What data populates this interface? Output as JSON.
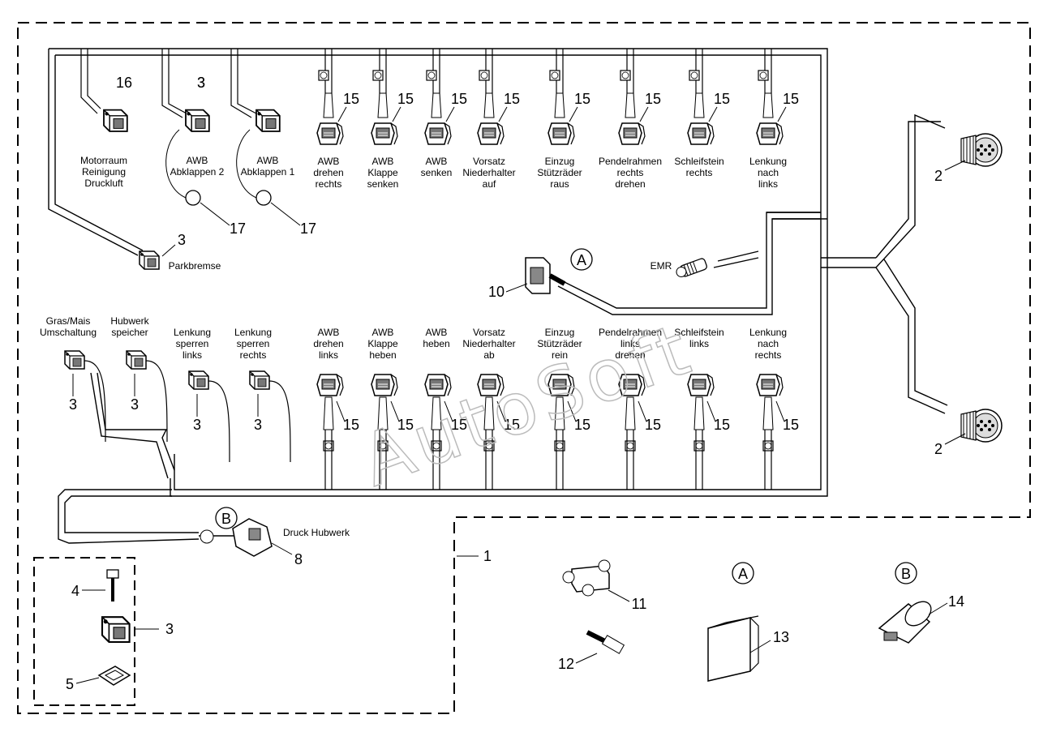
{
  "watermark": "AutoSoft",
  "top_valves": [
    {
      "label": [
        "AWB",
        "drehen",
        "rechts"
      ],
      "num": "15"
    },
    {
      "label": [
        "AWB",
        "Klappe",
        "senken"
      ],
      "num": "15"
    },
    {
      "label": [
        "AWB",
        "senken"
      ],
      "num": "15"
    },
    {
      "label": [
        "Vorsatz",
        "Niederhalter",
        "auf"
      ],
      "num": "15"
    },
    {
      "label": [
        "Einzug",
        "Stützräder",
        "raus"
      ],
      "num": "15"
    },
    {
      "label": [
        "Pendelrahmen",
        "rechts",
        "drehen"
      ],
      "num": "15"
    },
    {
      "label": [
        "Schleifstein",
        "rechts"
      ],
      "num": "15"
    },
    {
      "label": [
        "Lenkung",
        "nach",
        "links"
      ],
      "num": "15"
    }
  ],
  "bottom_valves": [
    {
      "label": [
        "AWB",
        "drehen",
        "links"
      ],
      "num": "15"
    },
    {
      "label": [
        "AWB",
        "Klappe",
        "heben"
      ],
      "num": "15"
    },
    {
      "label": [
        "AWB",
        "heben"
      ],
      "num": "15"
    },
    {
      "label": [
        "Vorsatz",
        "Niederhalter",
        "ab"
      ],
      "num": "15"
    },
    {
      "label": [
        "Einzug",
        "Stützräder",
        "rein"
      ],
      "num": "15"
    },
    {
      "label": [
        "Pendelrahmen",
        "links",
        "drehen"
      ],
      "num": "15"
    },
    {
      "label": [
        "Schleifstein",
        "links"
      ],
      "num": "15"
    },
    {
      "label": [
        "Lenkung",
        "nach",
        "rechts"
      ],
      "num": "15"
    }
  ],
  "left_connectors_bottom": [
    {
      "label": [
        "Gras/Mais",
        "Umschaltung"
      ],
      "num": "3"
    },
    {
      "label": [
        "Hubwerk",
        "speicher"
      ],
      "num": "3"
    },
    {
      "label": [
        "Lenkung",
        "sperren",
        "links"
      ],
      "num": "3"
    },
    {
      "label": [
        "Lenkung",
        "sperren",
        "rechts"
      ],
      "num": "3"
    }
  ],
  "top_left_parts": [
    {
      "label": [
        "Motorraum",
        "Reinigung",
        "Druckluft"
      ],
      "num": "16"
    },
    {
      "label": [
        "AWB",
        "Abklappen 2"
      ],
      "num": "3",
      "sub_num": "17"
    },
    {
      "label": [
        "AWB",
        "Abklappen 1"
      ],
      "num": "3",
      "sub_num": "17"
    }
  ],
  "parkbremse": {
    "label": "Parkbremse",
    "num": "3"
  },
  "emr": {
    "label": "EMR"
  },
  "connector_10": {
    "num": "10",
    "ref": "A"
  },
  "druck_hubwerk": {
    "label": "Druck Hubwerk",
    "num": "8",
    "ref": "B"
  },
  "plugs": {
    "num_top": "2",
    "num_bottom": "2"
  },
  "assembly": {
    "num": "1"
  },
  "detail_box": {
    "num_bolt": "4",
    "num_plug": "3",
    "num_seal": "5"
  },
  "parts": {
    "p11": "11",
    "p12": "12",
    "p13": "13",
    "p14": "14",
    "ref_a": "A",
    "ref_b": "B"
  }
}
